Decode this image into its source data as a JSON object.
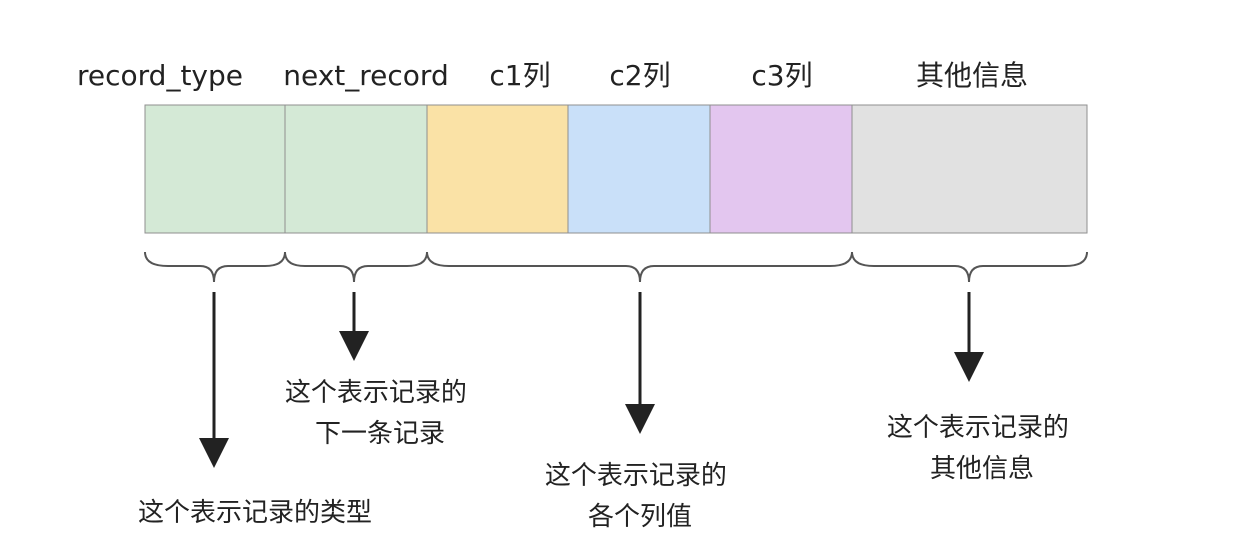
{
  "fields": [
    {
      "label": "record_type",
      "color": "#d4e9d6"
    },
    {
      "label": "next_record",
      "color": "#d4e9d6"
    },
    {
      "label": "c1列",
      "color": "#fae2a6"
    },
    {
      "label": "c2列",
      "color": "#c9e0f9"
    },
    {
      "label": "c3列",
      "color": "#e3c6ef"
    },
    {
      "label": "其他信息",
      "color": "#e1e1e1"
    }
  ],
  "annotations": [
    {
      "id": "record-type-note",
      "lines": [
        "这个表示记录的类型"
      ]
    },
    {
      "id": "next-record-note",
      "lines": [
        "这个表示记录的",
        "下一条记录"
      ]
    },
    {
      "id": "column-values-note",
      "lines": [
        "这个表示记录的",
        "各个列值"
      ]
    },
    {
      "id": "other-info-note",
      "lines": [
        "这个表示记录的",
        "其他信息"
      ]
    }
  ],
  "colors": {
    "border": "#8f8f8f",
    "brace": "#555555",
    "arrow": "#222222",
    "text": "#222222"
  }
}
